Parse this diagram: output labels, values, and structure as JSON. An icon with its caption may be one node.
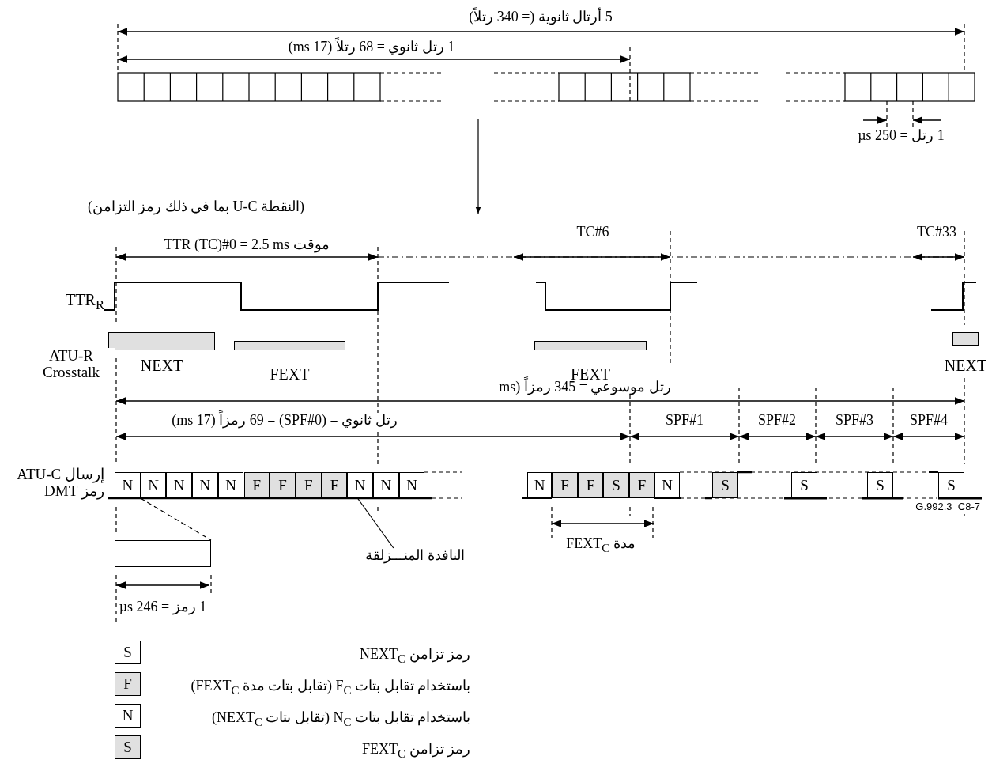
{
  "diagram": {
    "nodes": [
      {
        "text": [
          "N"
        ]
      },
      {
        "text": [
          "N"
        ]
      },
      {
        "text": [
          "N"
        ]
      },
      {
        "text": [
          "N"
        ]
      },
      {
        "text": [
          "N"
        ]
      },
      {
        "text": [
          "F"
        ]
      },
      {
        "text": [
          "F"
        ]
      },
      {
        "text": [
          "F"
        ]
      },
      {
        "text": [
          "F"
        ]
      },
      {
        "text": [
          "N"
        ]
      },
      {
        "text": [
          "N"
        ]
      },
      {
        "text": [
          "N"
        ]
      },
      {
        "text": [
          "N"
        ]
      },
      {
        "text": [
          "F"
        ]
      },
      {
        "text": [
          "F"
        ]
      },
      {
        "text": [
          "S"
        ]
      },
      {
        "text": [
          "F"
        ]
      },
      {
        "text": [
          "N"
        ]
      },
      {
        "text": [
          "S"
        ]
      },
      {
        "text": [
          "S"
        ]
      },
      {
        "text": [
          "S"
        ]
      },
      {
        "text": [
          "S"
        ]
      },
      {
        "text": [],
        "shape": "box"
      },
      {
        "text": [
          "النافدة المنـــزلقة"
        ]
      },
      {
        "text": [
          "NEXT"
        ]
      },
      {
        "text": [
          "FEXT"
        ]
      },
      {
        "text": [
          "FEXT"
        ]
      },
      {
        "text": [
          "NEXT"
        ]
      },
      {
        "text": [
          "S"
        ]
      },
      {
        "text": [
          "F"
        ]
      },
      {
        "text": [
          "N"
        ]
      },
      {
        "text": [
          "S"
        ]
      }
    ],
    "edges": [
      {
        "from": 0,
        "to": 22,
        "arrow": "none",
        "style": "dashed"
      },
      {
        "from": 23,
        "to": 9,
        "arrow": "none"
      }
    ],
    "labels": [
      "5 أرتال ثانوية (= 340 رتلاً)",
      "1 رتل ثانوي = 68 رتلاً (17 ms)",
      "1 رتل = 250 µs",
      "(النقطة U-C بما في ذلك رمز التزامن)",
      "موقت TTR (TC)#0 = 2.5 ms",
      "TC#6",
      "TC#33",
      "TTR$_{R}$",
      "ATU-R Crosstalk",
      "رتل موسوعي = 345 رمزاً (ms",
      "رتل ثانوي = (SPF#0) = 69 رمزاً (17 ms)",
      "SPF#1",
      "SPF#2",
      "SPF#3",
      "SPF#4",
      "إرسال ATU-C رمز DMT",
      "1 رمز = 246 µs",
      "مدة FEXT$_{C}$",
      "G.992.3_C8-7",
      "رمز تزامن NEXT$_{C}$",
      "باستخدام تقابل بتات F$_{C}$ (تقابل بتات مدة FEXT$_{C}$)",
      "باستخدام تقابل بتات N$_{C}$ (تقابل بتات NEXT$_{C}$)",
      "رمز تزامن FEXT$_{C}$"
    ]
  }
}
